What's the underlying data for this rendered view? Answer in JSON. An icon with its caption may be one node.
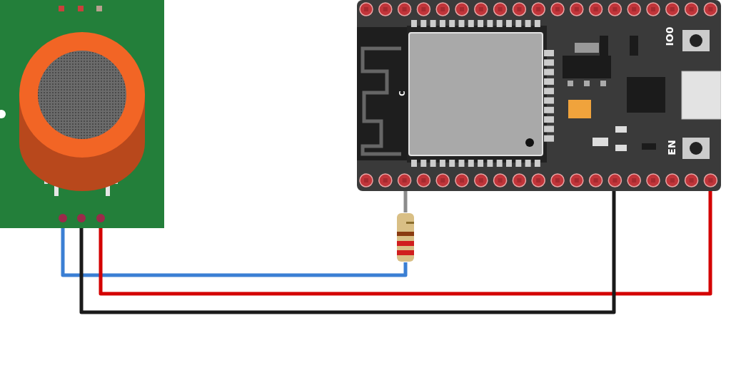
{
  "diagram": {
    "nodes": [
      {
        "text": [],
        "shape": "picture"
      },
      {
        "text": [],
        "shape": "picture"
      },
      {
        "text": [],
        "shape": "picture"
      }
    ],
    "edges": [
      {
        "from": 0,
        "to": 2,
        "arrow": "none",
        "color": "#3b7fd4"
      },
      {
        "from": 0,
        "to": 1,
        "arrow": "none",
        "color": "#d40000"
      },
      {
        "from": 0,
        "to": 1,
        "arrow": "none",
        "color": "#1a1a1a"
      },
      {
        "from": 2,
        "to": 1,
        "arrow": "none",
        "color": "#8c8c8c"
      }
    ],
    "labels": [
      "IO0",
      "C",
      "EN"
    ]
  }
}
